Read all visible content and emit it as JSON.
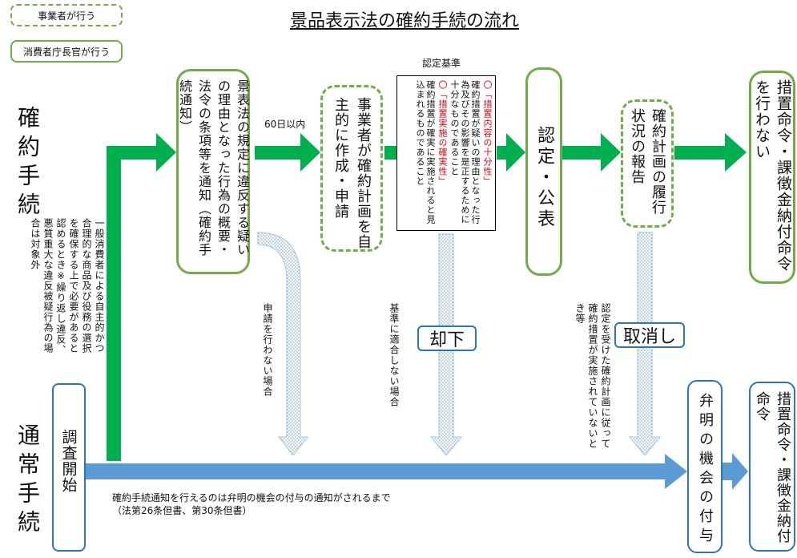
{
  "title": "景品表示法の確約手続の流れ",
  "legend": {
    "business": "事業者が行う",
    "commissioner": "消費者庁長官が行う"
  },
  "rows": {
    "commitment": "確約手続",
    "normal": "通常手続"
  },
  "boxes": {
    "investigation_start": "調査開始",
    "notification": "景表法の規定に違反する疑いの理由となった行為の概要・法令の条項等を通知（確約手続通知）",
    "plan_submission": "事業者が確約計画を自主的に作成・申請",
    "approval": "認定・公表",
    "status_report": "確約計画の履行状況の報告",
    "no_orders": "措置命令・課徴金納付命令を行わない",
    "opportunity": "弁明の機会の付与",
    "orders": "措置命令・課徴金納付命令"
  },
  "criteria": {
    "heading": "認定基準",
    "item1_title": "〇「措置内容の十分性」",
    "item1_text": "確約措置が疑いの理由となった行為及びその影響を是正するために十分なものであること",
    "item2_title": "〇「措置実施の確実性」",
    "item2_text": "確約措置が確実に実施されると見込まれるものであること"
  },
  "notes": {
    "left_condition": "一般消費者による自主的かつ合理的な商品及び役務の選択を確保する上で必要があると認めるとき※繰り返し違反、悪質重大な違反被疑行為の場合は対象外",
    "sixty_days": "60日以内",
    "no_application": "申請を行わない場合",
    "not_compliant": "基準に適合しない場合",
    "not_implemented": "認定を受けた確約計画に従って確約措置が実施されていないとき等",
    "footnote1": "確約手続通知を行えるのは弁明の機会の付与の通知がされるまで",
    "footnote2": "（法第26条但書、第30条但書）"
  },
  "tags": {
    "rejection": "却下",
    "revocation": "取消し"
  },
  "colors": {
    "green": "#00b050",
    "blue": "#5b9bd5",
    "border_green": "#70ad47",
    "red_text": "#e60012"
  }
}
